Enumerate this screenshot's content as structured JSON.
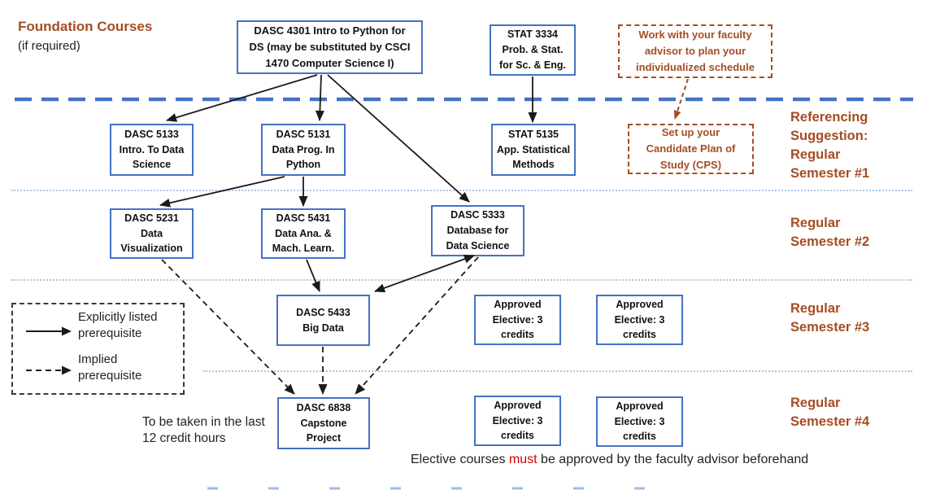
{
  "title": "Data Science course prerequisite flowchart",
  "header": {
    "foundation_title": "Foundation Courses",
    "foundation_subtitle": "(if required)"
  },
  "colors": {
    "box_border_blue": "#4472C4",
    "divider_blue": "#4472C4",
    "separator_light_blue": "#AFC6E2",
    "accent_brown": "#A54D23",
    "emphasis_red": "#CC0000",
    "text_black": "#1a1a1a"
  },
  "nodes": {
    "dasc4301": "DASC 4301 Intro to Python for\nDS (may be substituted by CSCI\n1470 Computer Science I)",
    "stat3334": "STAT 3334\nProb. & Stat.\nfor Sc. & Eng.",
    "dasc5133": "DASC 5133\nIntro. To Data\nScience",
    "dasc5131": "DASC 5131\nData Prog. In\nPython",
    "stat5135": "STAT 5135\nApp. Statistical\nMethods",
    "dasc5231": "DASC 5231\nData\nVisualization",
    "dasc5431": "DASC 5431\nData Ana. &\nMach. Learn.",
    "dasc5333": "DASC 5333\nDatabase for\nData Science",
    "dasc5433": "DASC 5433\nBig Data",
    "dasc6838": "DASC 6838\nCapstone\nProject",
    "elective1": "Approved\nElective: 3\ncredits",
    "elective2": "Approved\nElective: 3\ncredits",
    "elective3": "Approved\nElective: 3\ncredits",
    "elective4": "Approved\nElective: 3\ncredits"
  },
  "advisor_notes": {
    "work": "Work with your faculty\nadvisor to plan your\nindividualized schedule",
    "cps": "Set up your\nCandidate Plan of\nStudy (CPS)"
  },
  "semester_labels": {
    "sem1": "Referencing\nSuggestion:\nRegular\nSemester #1",
    "sem2": "Regular\nSemester #2",
    "sem3": "Regular\nSemester #3",
    "sem4": "Regular\nSemester #4"
  },
  "legend": {
    "explicit": "Explicitly listed\nprerequisite",
    "implied": "Implied\nprerequisite"
  },
  "notes": {
    "capstone": "To be taken in the last\n12 credit hours",
    "elective_pre": "Elective courses ",
    "elective_must": "must",
    "elective_post": " be approved by the faculty advisor beforehand"
  },
  "edges": [
    {
      "id": "dasc4301-dasc5133",
      "from": "DASC 4301",
      "to": "DASC 5133",
      "type": "explicit"
    },
    {
      "id": "dasc4301-dasc5131",
      "from": "DASC 4301",
      "to": "DASC 5131",
      "type": "explicit"
    },
    {
      "id": "dasc4301-dasc5333",
      "from": "DASC 4301",
      "to": "DASC 5333",
      "type": "explicit"
    },
    {
      "id": "stat3334-stat5135",
      "from": "STAT 3334",
      "to": "STAT 5135",
      "type": "explicit"
    },
    {
      "id": "dasc5131-dasc5231",
      "from": "DASC 5131",
      "to": "DASC 5231",
      "type": "explicit"
    },
    {
      "id": "dasc5131-dasc5431",
      "from": "DASC 5131",
      "to": "DASC 5431",
      "type": "explicit"
    },
    {
      "id": "dasc5431-dasc5433",
      "from": "DASC 5431",
      "to": "DASC 5433",
      "type": "explicit"
    },
    {
      "id": "dasc5333-dasc5433",
      "from": "DASC 5333",
      "to": "DASC 5433",
      "type": "explicit",
      "bidirectional": true
    },
    {
      "id": "dasc5231-dasc6838",
      "from": "DASC 5231",
      "to": "DASC 6838",
      "type": "implied"
    },
    {
      "id": "dasc5433-dasc6838",
      "from": "DASC 5433",
      "to": "DASC 6838",
      "type": "implied"
    },
    {
      "id": "dasc5333-dasc6838",
      "from": "DASC 5333",
      "to": "DASC 6838",
      "type": "implied"
    },
    {
      "id": "work-cps",
      "from": "advisor-work-note",
      "to": "advisor-cps-note",
      "type": "advisor"
    }
  ]
}
